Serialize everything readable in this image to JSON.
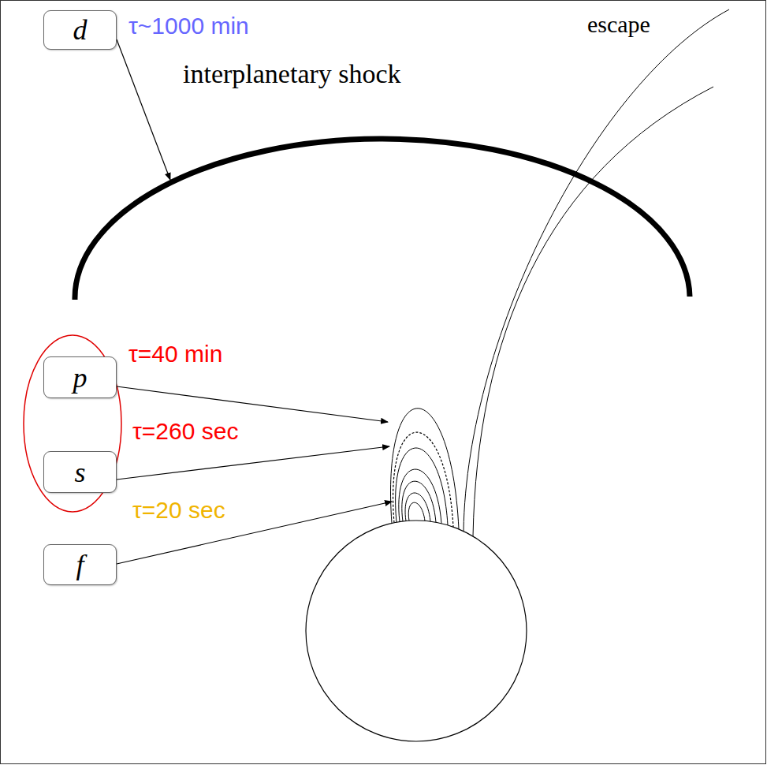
{
  "diagram": {
    "nodes": [
      {
        "text": [
          "d"
        ]
      },
      {
        "text": [
          "p"
        ]
      },
      {
        "text": [
          "s"
        ]
      },
      {
        "text": [
          "f"
        ]
      }
    ],
    "labels": [
      "τ~1000 min",
      "interplanetary shock",
      "escape",
      "τ=40 min",
      "τ=260 sec",
      "τ=20 sec"
    ]
  }
}
